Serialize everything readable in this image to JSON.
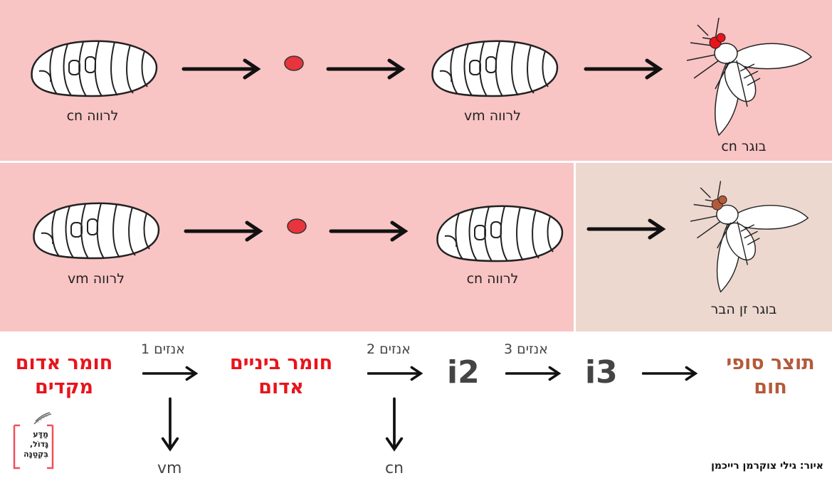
{
  "colors": {
    "pink": "#f9c4c4",
    "beige": "#ecd8cf",
    "red": "#e8141c",
    "brown": "#b45a3a"
  },
  "row1": {
    "larva1_label": "לרווה cn",
    "larva2_label": "לרווה vm",
    "adult_label": "בוגר cn"
  },
  "row2": {
    "larva1_label": "לרווה vm",
    "larva2_label": "לרווה cn",
    "adult_label": "בוגר זן הבר"
  },
  "pathway": {
    "step1": "חומר אדום מקדים",
    "enzyme1": "אנזים 1",
    "block1": "vm",
    "step2": "חומר ביניים אדום",
    "enzyme2": "אנזים 2",
    "block2": "cn",
    "step3": "i2",
    "enzyme3": "אנזים 3",
    "step4": "i3",
    "final": "תוצר סופי חום"
  },
  "logo": {
    "text": "מַדָּע גָּדוֹל, בִּקְטַנָּה"
  },
  "credit": "איור: גילי צוקרמן רייכמן"
}
